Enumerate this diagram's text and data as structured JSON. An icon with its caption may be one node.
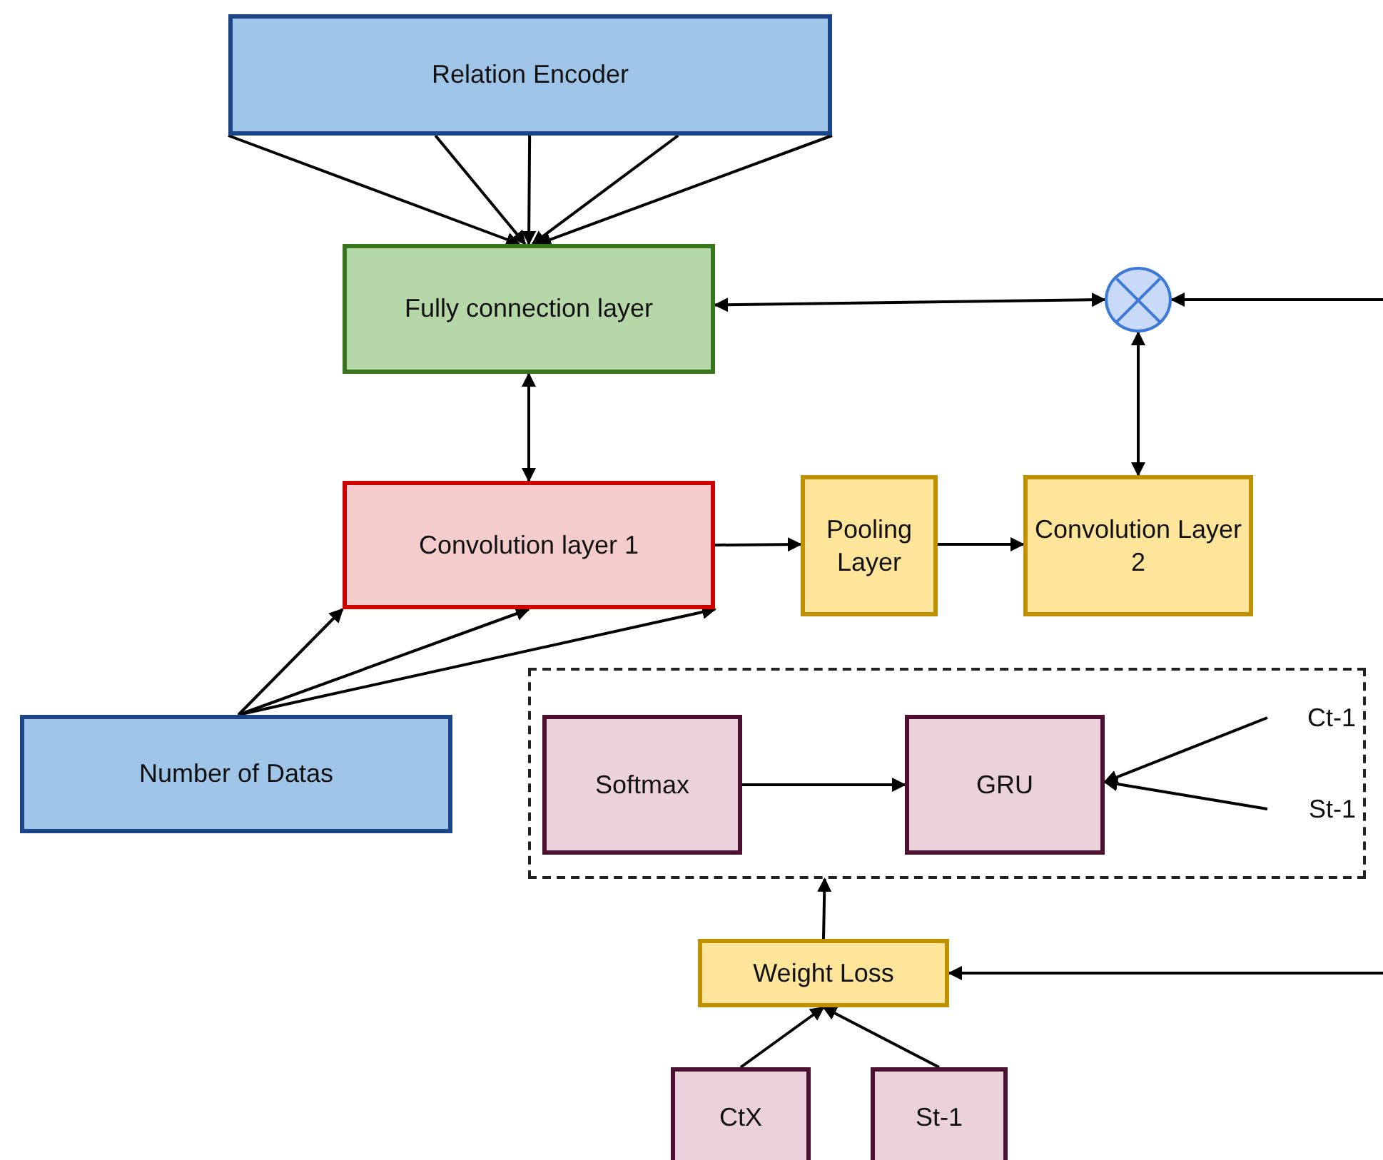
{
  "diagram": {
    "nodes": [
      {
        "text": [
          "Relation Encoder"
        ]
      },
      {
        "text": [
          "Fully connection layer"
        ]
      },
      {
        "text": [],
        "shape": "circle"
      },
      {
        "text": [
          "Convolution layer 1"
        ]
      },
      {
        "text": [
          "Pooling Layer"
        ]
      },
      {
        "text": [
          "Convolution Layer 2"
        ]
      },
      {
        "text": [
          "Number of Datas"
        ]
      },
      {
        "text": [],
        "shape": "box"
      },
      {
        "text": [
          "Softmax"
        ],
        "in": 7
      },
      {
        "text": [
          "GRU"
        ],
        "in": 7
      },
      {
        "text": [
          "Ct-1"
        ],
        "in": 7
      },
      {
        "text": [
          "St-1"
        ],
        "in": 7
      },
      {
        "text": [
          "Weight Loss"
        ]
      },
      {
        "text": [
          "CtX"
        ]
      },
      {
        "text": [
          "St-1"
        ]
      }
    ],
    "edges": [
      {
        "from": 0,
        "to": 1,
        "arrow": "to"
      },
      {
        "from": 0,
        "to": 1,
        "arrow": "to"
      },
      {
        "from": 0,
        "to": 1,
        "arrow": "to"
      },
      {
        "from": 0,
        "to": 1,
        "arrow": "to"
      },
      {
        "from": 0,
        "to": 1,
        "arrow": "to"
      },
      {
        "from": 1,
        "to": 2,
        "arrow": "both"
      },
      {
        "from": null,
        "to": 2,
        "arrow": "to"
      },
      {
        "from": 1,
        "to": 3,
        "arrow": "both"
      },
      {
        "from": 2,
        "to": 5,
        "arrow": "both"
      },
      {
        "from": 3,
        "to": 4,
        "arrow": "to"
      },
      {
        "from": 4,
        "to": 5,
        "arrow": "to"
      },
      {
        "from": 6,
        "to": 3,
        "arrow": "to"
      },
      {
        "from": 6,
        "to": 3,
        "arrow": "to"
      },
      {
        "from": 6,
        "to": 3,
        "arrow": "to"
      },
      {
        "from": 8,
        "to": 9,
        "arrow": "to"
      },
      {
        "from": 10,
        "to": 9,
        "arrow": "to"
      },
      {
        "from": 11,
        "to": 9,
        "arrow": "to"
      },
      {
        "from": 12,
        "to": 7,
        "arrow": "to"
      },
      {
        "from": null,
        "to": 12,
        "arrow": "to"
      },
      {
        "from": 13,
        "to": 12,
        "arrow": "to"
      },
      {
        "from": 14,
        "to": 12,
        "arrow": "to"
      }
    ]
  }
}
